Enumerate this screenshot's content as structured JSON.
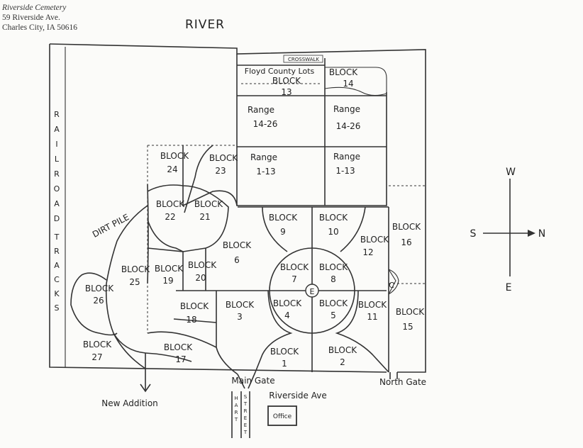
{
  "header": {
    "line1": "Riverside Cemetery",
    "line2": "59 Riverside Ave.",
    "line3": "Charles City, IA 50616"
  },
  "labels": {
    "river": "RIVER",
    "railroad": "RAILROAD",
    "tracks": "TRACKS",
    "dirt_pile": "DIRT PILE",
    "crosswalk": "CROSSWALK",
    "floyd": "Floyd County Lots",
    "main_gate": "Main Gate",
    "north_gate": "North Gate",
    "new_addition": "New Addition",
    "riverside_ave": "Riverside Ave",
    "office": "Office",
    "hart": "HART",
    "street": "STREET",
    "center_e": "E",
    "marker_c": "C"
  },
  "compass": {
    "n": "N",
    "s": "S",
    "e": "E",
    "w": "W"
  },
  "blocks": {
    "b1": [
      "BLOCK",
      "1"
    ],
    "b2": [
      "BLOCK",
      "2"
    ],
    "b3": [
      "BLOCK",
      "3"
    ],
    "b4": [
      "BLOCK",
      "4"
    ],
    "b5": [
      "BLOCK",
      "5"
    ],
    "b6": [
      "BLOCK",
      "6"
    ],
    "b7": [
      "BLOCK",
      "7"
    ],
    "b8": [
      "BLOCK",
      "8"
    ],
    "b9": [
      "BLOCK",
      "9"
    ],
    "b10": [
      "BLOCK",
      "10"
    ],
    "b11": [
      "BLOCK",
      "11"
    ],
    "b12": [
      "BLOCK",
      "12"
    ],
    "b13": [
      "BLOCK",
      "13"
    ],
    "b14": [
      "BLOCK",
      "14"
    ],
    "b15": [
      "BLOCK",
      "15"
    ],
    "b16": [
      "BLOCK",
      "16"
    ],
    "b17": [
      "BLOCK",
      "17"
    ],
    "b18": [
      "BLOCK",
      "18"
    ],
    "b19": [
      "BLOCK",
      "19"
    ],
    "b20": [
      "BLOCK",
      "20"
    ],
    "b21": [
      "BLOCK",
      "21"
    ],
    "b22": [
      "BLOCK",
      "22"
    ],
    "b23": [
      "BLOCK",
      "23"
    ],
    "b24": [
      "BLOCK",
      "24"
    ],
    "b25": [
      "BLOCK",
      "25"
    ],
    "b26": [
      "BLOCK",
      "26"
    ],
    "b27": [
      "BLOCK",
      "27"
    ]
  },
  "ranges": {
    "r14_26_left": [
      "Range",
      "14-26"
    ],
    "r14_26_right": [
      "Range",
      "14-26"
    ],
    "r1_13_left": [
      "Range",
      "1-13"
    ],
    "r1_13_right": [
      "Range",
      "1-13"
    ]
  }
}
